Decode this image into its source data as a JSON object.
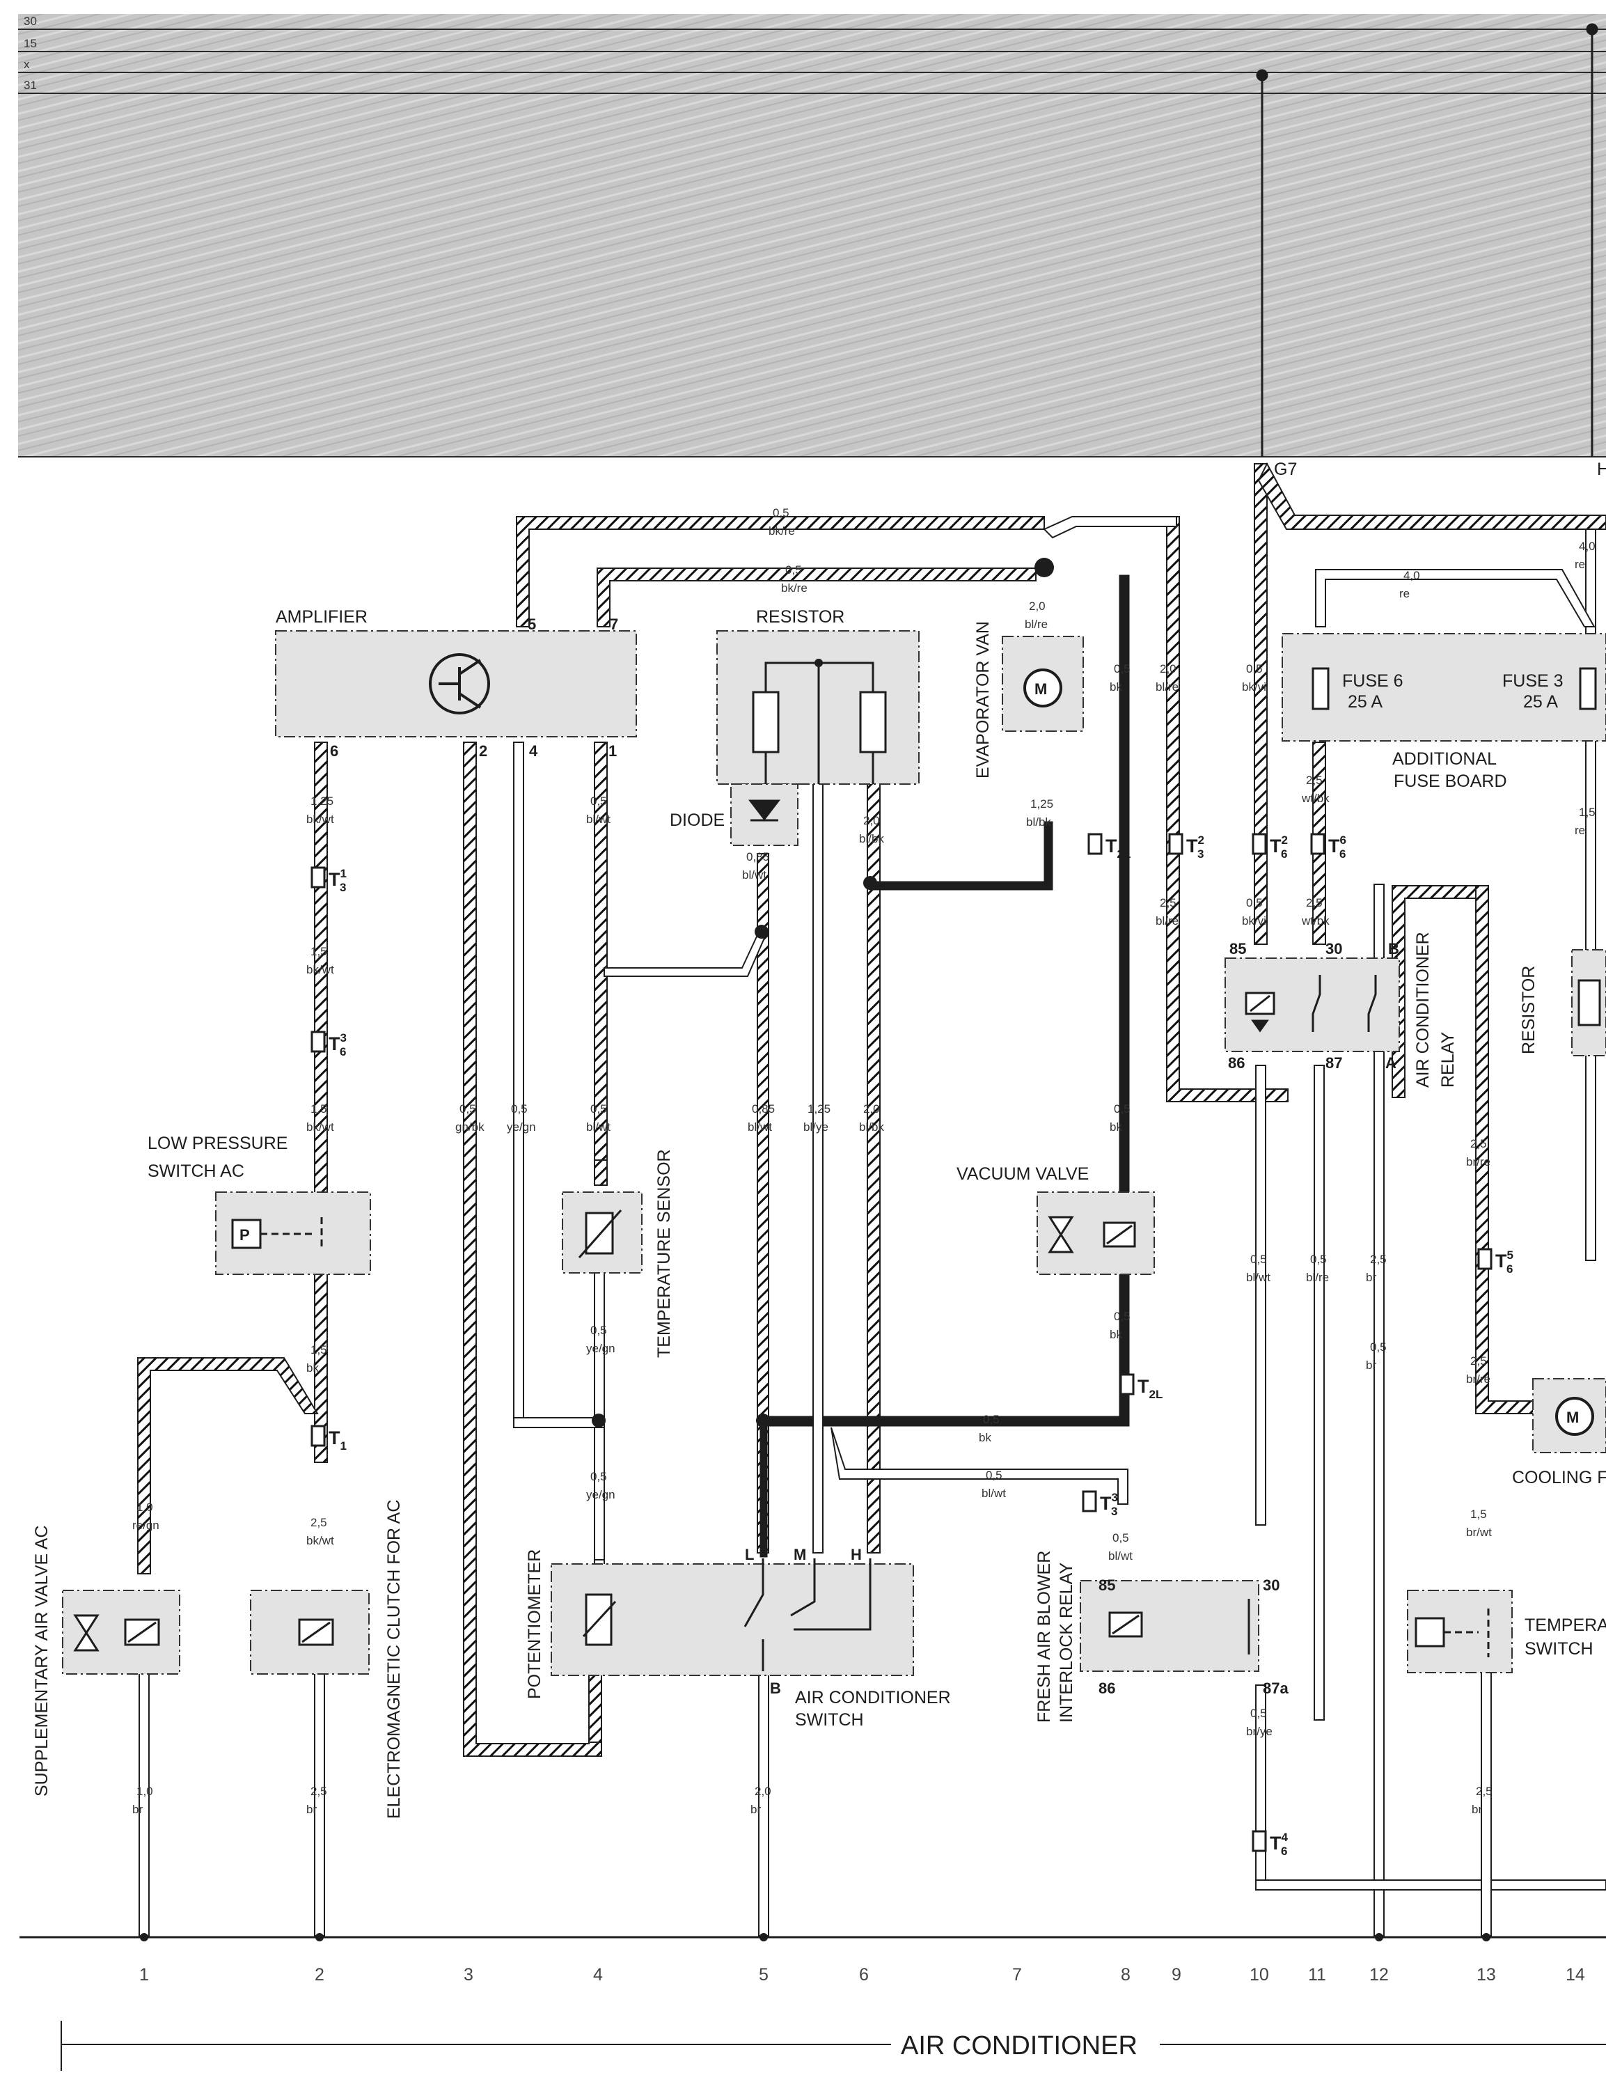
{
  "bus_labels": [
    "30",
    "15",
    "x",
    "31"
  ],
  "ground_labels": [
    "G7",
    "H"
  ],
  "components": {
    "amplifier": "AMPLIFIER",
    "resistor": "RESISTOR",
    "diode": "DIODE",
    "evaporator_van": "EVAPORATOR VAN",
    "fuse6": "FUSE 6",
    "fuse6_rating": "25 A",
    "fuse3": "FUSE 3",
    "fuse3_rating": "25 A",
    "additional_fuse_board_1": "ADDITIONAL",
    "additional_fuse_board_2": "FUSE BOARD",
    "low_pressure_switch_1": "LOW PRESSURE",
    "low_pressure_switch_2": "SWITCH AC",
    "temperature_sensor": "TEMPERATURE SENSOR",
    "vacuum_valve": "VACUUM VALVE",
    "ac_relay_1": "AIR CONDITIONER",
    "ac_relay_2": "RELAY",
    "resistor_right": "RESISTOR",
    "cooling_fan": "COOLING F",
    "supplementary_air_valve": "SUPPLEMENTARY AIR VALVE AC",
    "electromagnetic_clutch": "ELECTROMAGNETIC CLUTCH FOR AC",
    "potentiometer": "POTENTIOMETER",
    "ac_switch_1": "AIR CONDITIONER",
    "ac_switch_2": "SWITCH",
    "fresh_air_relay_1": "FRESH AIR BLOWER",
    "fresh_air_relay_2": "INTERLOCK RELAY",
    "temp_switch_1": "TEMPERA",
    "temp_switch_2": "SWITCH",
    "pressure_symbol": "P",
    "motor_symbol": "M"
  },
  "pins": {
    "amp_5": "5",
    "amp_7": "7",
    "amp_6": "6",
    "amp_2": "2",
    "amp_4": "4",
    "amp_1": "1",
    "relay_85": "85",
    "relay_30": "30",
    "relay_b": "B",
    "relay_86": "86",
    "relay_87": "87",
    "relay_a": "A",
    "pot_l": "L",
    "pot_m": "M",
    "pot_h": "H",
    "pot_b": "B",
    "fr_85": "85",
    "fr_30": "30",
    "fr_86": "86",
    "fr_87a": "87a"
  },
  "connectors": {
    "t3_1": {
      "main": "T",
      "sub": "3",
      "sup": "1"
    },
    "t6_3": {
      "main": "T",
      "sub": "6",
      "sup": "3"
    },
    "t1": {
      "main": "T",
      "sub": "1",
      "sup": ""
    },
    "t2l_a": {
      "main": "T",
      "sub": "2L",
      "sup": ""
    },
    "t3_2": {
      "main": "T",
      "sub": "3",
      "sup": "2"
    },
    "t6_2": {
      "main": "T",
      "sub": "6",
      "sup": "2"
    },
    "t6_6": {
      "main": "T",
      "sub": "6",
      "sup": "6"
    },
    "t2l_b": {
      "main": "T",
      "sub": "2L",
      "sup": ""
    },
    "t3_3": {
      "main": "T",
      "sub": "3",
      "sup": "3"
    },
    "t6_5": {
      "main": "T",
      "sub": "6",
      "sup": "5"
    },
    "t6_4": {
      "main": "T",
      "sub": "6",
      "sup": "4"
    }
  },
  "wire_labels": {
    "top1": {
      "size": "0,5",
      "color": "bk/re"
    },
    "top2": {
      "size": "0,5",
      "color": "bk/re"
    },
    "evap_top": {
      "size": "2,0",
      "color": "bl/re"
    },
    "w8_a": {
      "size": "0,5",
      "color": "bk"
    },
    "w9_a": {
      "size": "2,0",
      "color": "bl/re"
    },
    "w10_a": {
      "size": "0,5",
      "color": "bk/vi"
    },
    "fuse_top": {
      "size": "4,0",
      "color": "re"
    },
    "w14_a": {
      "size": "4,0",
      "color": "re"
    },
    "w2_a": {
      "size": "1,25",
      "color": "bk/wt"
    },
    "w5_diode": {
      "size": "0,85",
      "color": "bl/wt"
    },
    "w4_a": {
      "size": "0,5",
      "color": "bl/wt"
    },
    "w6_a": {
      "size": "2,0",
      "color": "bl/bk"
    },
    "w7_evap": {
      "size": "1,25",
      "color": "bl/bk"
    },
    "w11_a": {
      "size": "2,5",
      "color": "wt/bk"
    },
    "w14_b": {
      "size": "1,5",
      "color": "re"
    },
    "w2_b": {
      "size": "1,5",
      "color": "bk/wt"
    },
    "w9_b": {
      "size": "2,5",
      "color": "bl/re"
    },
    "w10_b": {
      "size": "0,5",
      "color": "bk/vi"
    },
    "w11_b": {
      "size": "2,5",
      "color": "wt/bk"
    },
    "w2_c": {
      "size": "1,5",
      "color": "bk/wt"
    },
    "w3_a": {
      "size": "0,5",
      "color": "gn/bk"
    },
    "w3b_a": {
      "size": "0,5",
      "color": "ye/gn"
    },
    "w4_b": {
      "size": "0,5",
      "color": "bl/wt"
    },
    "w5_b": {
      "size": "0,85",
      "color": "bl/wt"
    },
    "w5c_b": {
      "size": "1,25",
      "color": "bl/ye"
    },
    "w6_b": {
      "size": "2,0",
      "color": "bl/bk"
    },
    "w8_b": {
      "size": "0,5",
      "color": "bk"
    },
    "w13_a": {
      "size": "2,5",
      "color": "br/re"
    },
    "w10_c": {
      "size": "0,5",
      "color": "bl/wt"
    },
    "w11_c": {
      "size": "0,5",
      "color": "bl/re"
    },
    "w12_a": {
      "size": "2,5",
      "color": "br"
    },
    "w8_c": {
      "size": "0,5",
      "color": "bk"
    },
    "w4_c": {
      "size": "0,5",
      "color": "ye/gn"
    },
    "w2_d": {
      "size": "1,5",
      "color": "bk"
    },
    "w12_b": {
      "size": "0,5",
      "color": "br"
    },
    "w13_b": {
      "size": "2,5",
      "color": "br/re"
    },
    "h_bk": {
      "size": "0,5",
      "color": "bk"
    },
    "h_blwt": {
      "size": "0,5",
      "color": "bl/wt"
    },
    "w4_d": {
      "size": "0,5",
      "color": "ye/gn"
    },
    "w1_a": {
      "size": "1,0",
      "color": "re/gn"
    },
    "w2_e": {
      "size": "2,5",
      "color": "bk/wt"
    },
    "w8_d": {
      "size": "0,5",
      "color": "bl/wt"
    },
    "w13_c": {
      "size": "1,5",
      "color": "br/wt"
    },
    "w10_d": {
      "size": "0,5",
      "color": "br/ye"
    },
    "w1_b": {
      "size": "1,0",
      "color": "br"
    },
    "w2_f": {
      "size": "2,5",
      "color": "br"
    },
    "w5_d": {
      "size": "2,0",
      "color": "br"
    },
    "w13_d": {
      "size": "2,5",
      "color": "br"
    }
  },
  "column_numbers": [
    "1",
    "2",
    "3",
    "4",
    "5",
    "6",
    "7",
    "8",
    "9",
    "10",
    "11",
    "12",
    "13",
    "14"
  ],
  "title": "AIR CONDITIONER",
  "colors": {
    "ink": "#1d1d1d",
    "shade_band": "#c9c9c9",
    "component_fill": "#e3e3e3",
    "wire_fill": "#ffffff"
  }
}
